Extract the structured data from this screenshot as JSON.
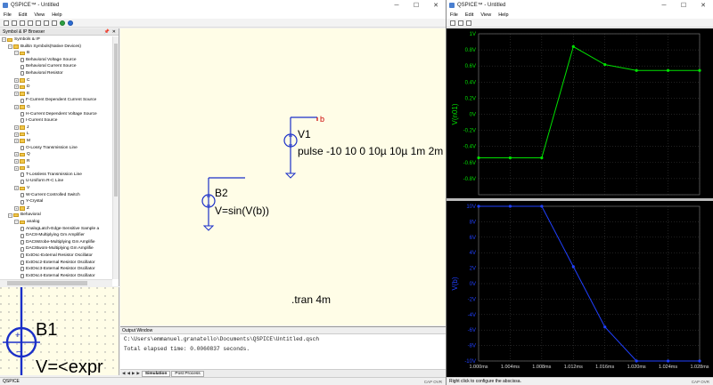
{
  "colors": {
    "accent_green": "#00e000",
    "accent_blue": "#2040ff",
    "schematic_bg": "#fffde7",
    "wire_blue": "#1a2fc8",
    "pin_red": "#cc0000"
  },
  "main_window": {
    "title": "QSPICE™ - Untitled",
    "controls": [
      "─",
      "☐",
      "✕"
    ],
    "menu": [
      "File",
      "Edit",
      "View",
      "Help"
    ],
    "browser": {
      "title": "Symbol & IP Browser",
      "pin": "📌",
      "close": "✕",
      "tree": [
        {
          "level": 1,
          "type": "folder",
          "exp": "−",
          "label": "Symbols & IP"
        },
        {
          "level": 2,
          "type": "folder",
          "exp": "−",
          "label": "Builtin Symbols(Native Devices)"
        },
        {
          "level": 3,
          "type": "folder",
          "exp": "−",
          "label": "B"
        },
        {
          "level": 4,
          "type": "sym",
          "label": "Behavioral Voltage Source"
        },
        {
          "level": 4,
          "type": "sym",
          "label": "Behavioral Current Source"
        },
        {
          "level": 4,
          "type": "sym",
          "label": "Behavioral Resistor"
        },
        {
          "level": 3,
          "type": "folder",
          "exp": "+",
          "label": "C"
        },
        {
          "level": 3,
          "type": "folder",
          "exp": "+",
          "label": "D"
        },
        {
          "level": 3,
          "type": "folder",
          "exp": "+",
          "label": "E"
        },
        {
          "level": 4,
          "type": "sym",
          "label": "F-Current Dependent Current Source"
        },
        {
          "level": 3,
          "type": "folder",
          "exp": "+",
          "label": "G"
        },
        {
          "level": 4,
          "type": "sym",
          "label": "H-Current Dependent Voltage Source"
        },
        {
          "level": 4,
          "type": "sym",
          "label": "I-Current Source"
        },
        {
          "level": 3,
          "type": "folder",
          "exp": "+",
          "label": "J"
        },
        {
          "level": 3,
          "type": "folder",
          "exp": "+",
          "label": "L"
        },
        {
          "level": 3,
          "type": "folder",
          "exp": "+",
          "label": "M"
        },
        {
          "level": 4,
          "type": "sym",
          "label": "O-Lossy Transmission Line"
        },
        {
          "level": 3,
          "type": "folder",
          "exp": "+",
          "label": "Q"
        },
        {
          "level": 3,
          "type": "folder",
          "exp": "+",
          "label": "R"
        },
        {
          "level": 3,
          "type": "folder",
          "exp": "+",
          "label": "S"
        },
        {
          "level": 4,
          "type": "sym",
          "label": "T-Lossless Transmission Line"
        },
        {
          "level": 4,
          "type": "sym",
          "label": "U-Uniform R-C Line"
        },
        {
          "level": 3,
          "type": "folder",
          "exp": "+",
          "label": "V"
        },
        {
          "level": 4,
          "type": "sym",
          "label": "W-Current Controlled Switch"
        },
        {
          "level": 4,
          "type": "sym",
          "label": "Y-Crystal"
        },
        {
          "level": 3,
          "type": "folder",
          "exp": "+",
          "label": "Z"
        },
        {
          "level": 2,
          "type": "folder",
          "exp": "−",
          "label": "Behavioral"
        },
        {
          "level": 3,
          "type": "folder",
          "exp": "−",
          "label": "analog"
        },
        {
          "level": 4,
          "type": "sym",
          "label": "AnalogLatch-Edge-Sensitive Sample a"
        },
        {
          "level": 4,
          "type": "sym",
          "label": "DAC8-Multiplying Gm Amplifier"
        },
        {
          "level": 4,
          "type": "sym",
          "label": "DAC8strobe-Multiplying Gm Amplifie"
        },
        {
          "level": 4,
          "type": "sym",
          "label": "DAC8twoIn-Multiplying Gm Amplifie"
        },
        {
          "level": 4,
          "type": "sym",
          "label": "ExtOsc-External Resistor Oscillator"
        },
        {
          "level": 4,
          "type": "sym",
          "label": "ExtOsc2-External Resistor Oscillator"
        },
        {
          "level": 4,
          "type": "sym",
          "label": "ExtOsc3-External Resistor Oscillator"
        },
        {
          "level": 4,
          "type": "sym",
          "label": "ExtOsc4-External Resistor Oscillator"
        }
      ]
    },
    "preview": {
      "name": "B1",
      "value": "V=<expr"
    },
    "schematic": {
      "v1_name": "V1",
      "v1_value": "pulse -10 10 0 10µ 10µ 1m 2m",
      "net_label": "b",
      "b2_name": "B2",
      "b2_value": "V=sin(V(b))",
      "directive": ".tran 4m"
    },
    "output": {
      "title": "Output Window",
      "lines": [
        "C:\\Users\\emmanuel.granatello\\Documents\\QSPICE\\Untitled.qsch",
        "Total elapsed time: 0.0060837 seconds."
      ]
    },
    "tabs": {
      "nav": [
        "◀",
        "◀",
        "▶",
        "▶"
      ],
      "items": [
        "Simulation",
        "Post Process"
      ]
    },
    "status": "QSPICE",
    "status_right": "CAP  OVR"
  },
  "wave_window": {
    "title": "QSPICE™ - Untitled",
    "controls": [
      "─",
      "☐",
      "✕"
    ],
    "menu": [
      "File",
      "Edit",
      "View",
      "Help"
    ],
    "status": "Right click to configure the abscissa.",
    "status_right": "CAP  OVR"
  },
  "chart_data": [
    {
      "type": "line",
      "ylabel": "V(n01)",
      "series": [
        {
          "name": "V(n01)",
          "color": "#00e000",
          "x": [
            1.0,
            1.004,
            1.008,
            1.012,
            1.016,
            1.02,
            1.024,
            1.028
          ],
          "values": [
            -0.541,
            -0.541,
            -0.541,
            0.841,
            0.617,
            0.544,
            0.544,
            0.544
          ]
        }
      ],
      "ylim": [
        -1.0,
        1.0
      ],
      "yticks": [
        -1.0,
        -0.8,
        -0.6,
        -0.4,
        -0.2,
        0,
        0.2,
        0.4,
        0.6,
        0.8,
        1.0
      ],
      "ytick_labels": [
        "",
        "-0.8V",
        "-0.6V",
        "-0.4V",
        "-0.2V",
        "0V",
        "0.2V",
        "0.4V",
        "0.6V",
        "0.8V",
        "1V"
      ],
      "grid": true
    },
    {
      "type": "line",
      "ylabel": "V(b)",
      "series": [
        {
          "name": "V(b)",
          "color": "#2040ff",
          "x": [
            1.0,
            1.004,
            1.008,
            1.012,
            1.016,
            1.02,
            1.024,
            1.028
          ],
          "values": [
            10,
            10,
            10,
            2.2,
            -5.6,
            -10,
            -10,
            -10
          ]
        }
      ],
      "xlim": [
        1.0,
        1.028
      ],
      "xticks": [
        1.0,
        1.004,
        1.008,
        1.012,
        1.016,
        1.02,
        1.024,
        1.028
      ],
      "xtick_labels": [
        "1.000ms",
        "1.004ms",
        "1.008ms",
        "1.012ms",
        "1.016ms",
        "1.020ms",
        "1.024ms",
        "1.028ms"
      ],
      "ylim": [
        -10,
        10
      ],
      "yticks": [
        -10,
        -8,
        -6,
        -4,
        -2,
        0,
        2,
        4,
        6,
        8,
        10
      ],
      "ytick_labels": [
        "-10V",
        "-8V",
        "-6V",
        "-4V",
        "-2V",
        "0V",
        "2V",
        "4V",
        "6V",
        "8V",
        "10V"
      ],
      "grid": true
    }
  ]
}
